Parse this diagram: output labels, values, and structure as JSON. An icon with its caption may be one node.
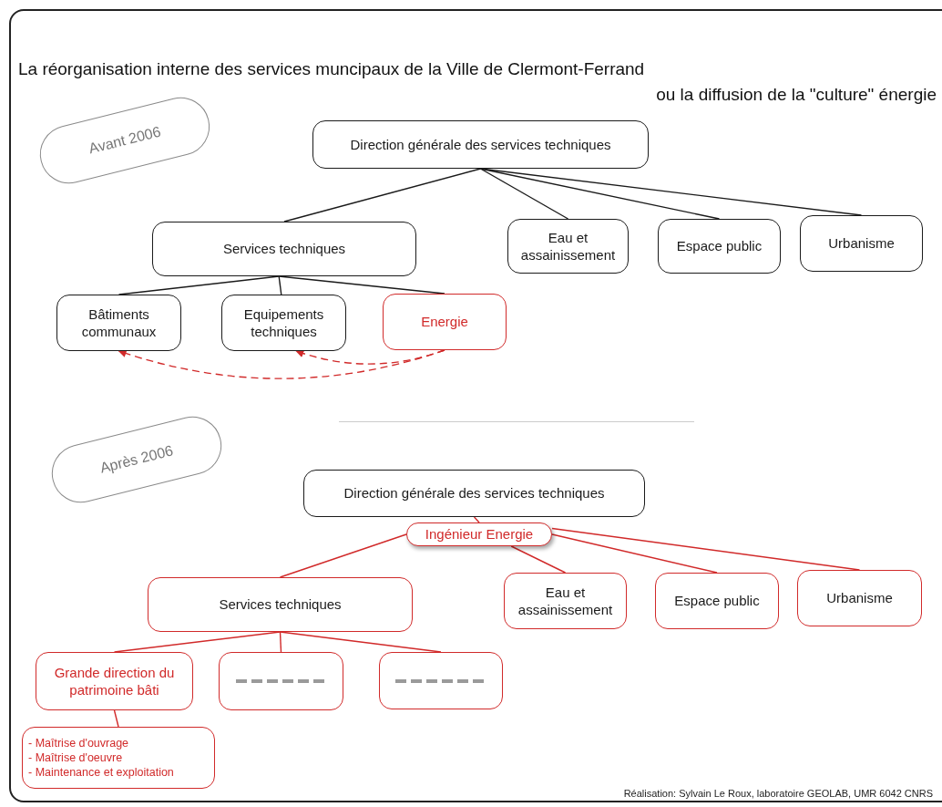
{
  "diagram": {
    "title": "La réorganisation interne des services muncipaux de la Ville de Clermont-Ferrand ou la diffusion de la \"culture\" énergie",
    "nodes": [
      {
        "text": [
          "Avant 2006"
        ]
      },
      {
        "text": [
          "Direction générale des services techniques"
        ]
      },
      {
        "text": [
          "Services techniques"
        ]
      },
      {
        "text": [
          "Eau et assainissement"
        ]
      },
      {
        "text": [
          "Espace public"
        ]
      },
      {
        "text": [
          "Urbanisme"
        ]
      },
      {
        "text": [
          "Bâtiments communaux"
        ]
      },
      {
        "text": [
          "Equipements techniques"
        ]
      },
      {
        "text": [
          "Energie"
        ]
      },
      {
        "text": [
          "Après 2006"
        ]
      },
      {
        "text": [
          "Direction générale des services techniques"
        ]
      },
      {
        "text": [
          "Ingénieur Energie"
        ]
      },
      {
        "text": [
          "Services techniques"
        ]
      },
      {
        "text": [
          "Eau et assainissement"
        ]
      },
      {
        "text": [
          "Espace public"
        ]
      },
      {
        "text": [
          "Urbanisme"
        ]
      },
      {
        "text": [
          "Grande direction du patrimoine bâti"
        ]
      },
      {
        "text": [],
        "shape": "box"
      },
      {
        "text": [],
        "shape": "box"
      },
      {
        "text": [
          "- Maîtrise d'ouvrage",
          "- Maîtrise d'oeuvre",
          "- Maintenance et exploitation"
        ]
      }
    ],
    "edges": [
      {
        "from": 1,
        "to": 2,
        "arrow": "none",
        "color": "#1a1a1a"
      },
      {
        "from": 1,
        "to": 3,
        "arrow": "none",
        "color": "#1a1a1a"
      },
      {
        "from": 1,
        "to": 4,
        "arrow": "none",
        "color": "#1a1a1a"
      },
      {
        "from": 1,
        "to": 5,
        "arrow": "none",
        "color": "#1a1a1a"
      },
      {
        "from": 2,
        "to": 6,
        "arrow": "none",
        "color": "#1a1a1a"
      },
      {
        "from": 2,
        "to": 7,
        "arrow": "none",
        "color": "#1a1a1a"
      },
      {
        "from": 2,
        "to": 8,
        "arrow": "none",
        "color": "#1a1a1a"
      },
      {
        "from": 8,
        "to": 6,
        "arrow": "to",
        "style": "dashed"
      },
      {
        "from": 8,
        "to": 7,
        "arrow": "to",
        "style": "dashed"
      },
      {
        "from": 10,
        "to": 11,
        "arrow": "none"
      },
      {
        "from": 11,
        "to": 12,
        "arrow": "none"
      },
      {
        "from": 11,
        "to": 13,
        "arrow": "none"
      },
      {
        "from": 11,
        "to": 14,
        "arrow": "none"
      },
      {
        "from": 11,
        "to": 15,
        "arrow": "none"
      },
      {
        "from": 12,
        "to": 16,
        "arrow": "none"
      },
      {
        "from": 12,
        "to": 17,
        "arrow": "none"
      },
      {
        "from": 12,
        "to": 18,
        "arrow": "none"
      },
      {
        "from": 16,
        "to": 19,
        "arrow": "none"
      }
    ],
    "labels": [
      "Réalisation: Sylvain Le Roux, laboratoire GEOLAB, UMR 6042 CNRS"
    ]
  }
}
